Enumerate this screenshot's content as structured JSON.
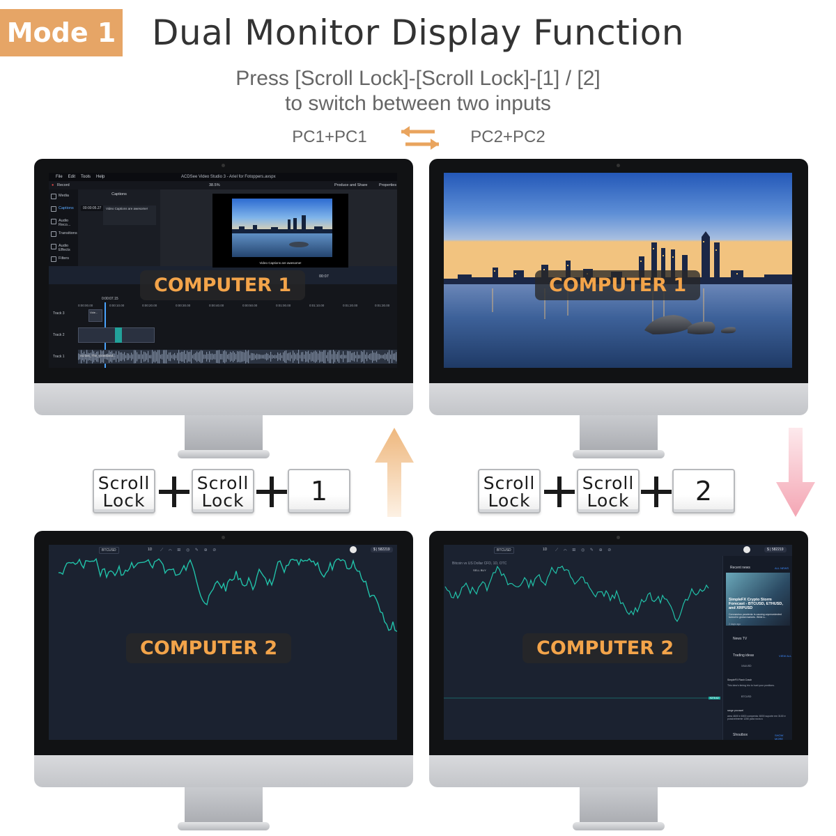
{
  "header": {
    "mode_label": "Mode 1",
    "title": "Dual Monitor Display Function",
    "instruction_line1": "Press [Scroll Lock]-[Scroll Lock]-[1] / [2]",
    "instruction_line2": "to switch between two inputs",
    "pc_left": "PC1+PC1",
    "pc_right": "PC2+PC2",
    "swap_icon": "swap-arrows-icon"
  },
  "colors": {
    "accent_orange": "#e6a566",
    "label_text": "#f3a44a",
    "arrow_up": "#f0c79c",
    "arrow_down": "#f6b4c0",
    "chart_line": "#21c2a9"
  },
  "monitors": {
    "top_left": {
      "label": "COMPUTER 1",
      "editor": {
        "menu_file": "File",
        "menu_edit": "Edit",
        "menu_tools": "Tools",
        "menu_help": "Help",
        "window_title": "ACDSee Video Studio 3 - Ariel for Fotoppers.avspx",
        "record": "Record",
        "zoom": "38.5%",
        "produce": "Produce and Share",
        "properties": "Properties",
        "side_items": [
          "Media",
          "Captions",
          "Audio Reco...",
          "Transitions",
          "Audio Effects",
          "Filters"
        ],
        "panel_title": "Captions",
        "timecode": "00:00:05.27",
        "caption_text": "Video Captions are awesome!",
        "preview_caption": "Video Captions are awesome!",
        "preview_time": "00:07",
        "playhead": "0:00:07.15",
        "ruler": [
          "0:00:00.00",
          "0:00:10.00",
          "0:00:20.00",
          "0:00:30.00",
          "0:00:40.00",
          "0:00:50.00",
          "0:01:00.00",
          "0:01:10.00",
          "0:01:20.00",
          "0:01:30.00"
        ],
        "tracks": [
          "Track 3",
          "Track 2",
          "Track 1"
        ],
        "clip_title": "Vide...",
        "audio_clip": "Across_The_Grassland..."
      }
    },
    "top_right": {
      "label": "COMPUTER 1"
    },
    "bottom_left": {
      "label": "COMPUTER 2",
      "symbol": "BTCUSD",
      "interval": "1D",
      "balance": "$ | 582219"
    },
    "bottom_right": {
      "label": "COMPUTER 2",
      "symbol": "BTCUSD",
      "interval": "1D",
      "balance": "$ | 582219",
      "pair_title": "Bitcoin vs US Dollar CFD, 1D, OTC",
      "buy_sell": "SELL   BUY",
      "price_tag": "9278.62",
      "news": {
        "recent_news": "Recent news",
        "all_news": "ALL NEWS",
        "headline": "SimpleFX Crypto Storm Forecast - BTCUSD, ETHUSD, and XRPUSD",
        "body": "Coronavirus pandemic is causing unprecedented turmoil in global markets. While s...",
        "age": "2 days ago",
        "news_tv": "News TV",
        "trading_ideas": "Trading ideas",
        "view_all": "VIEW ALL",
        "idea1_symbol": "XAUUSD",
        "idea1_title": "SimpleFX Flash Crash",
        "idea1_text": "This idea's timing trio to hunt your positions.",
        "idea2_symbol": "BTCUSD",
        "idea2_title": "range provavel",
        "idea2_text": "area 4600 e 6000 compenta: 6000 suporte em 3100 e possivelmente 1250 para nova a",
        "shoutbox": "Shoutbox",
        "show_more": "SHOW MORE"
      }
    }
  },
  "key_combos": {
    "left": {
      "key1": [
        "Scroll",
        "Lock"
      ],
      "key2": [
        "Scroll",
        "Lock"
      ],
      "key3": "1"
    },
    "right": {
      "key1": [
        "Scroll",
        "Lock"
      ],
      "key2": [
        "Scroll",
        "Lock"
      ],
      "key3": "2"
    }
  },
  "arrows": {
    "up": "arrow-up-icon",
    "down": "arrow-down-icon"
  }
}
